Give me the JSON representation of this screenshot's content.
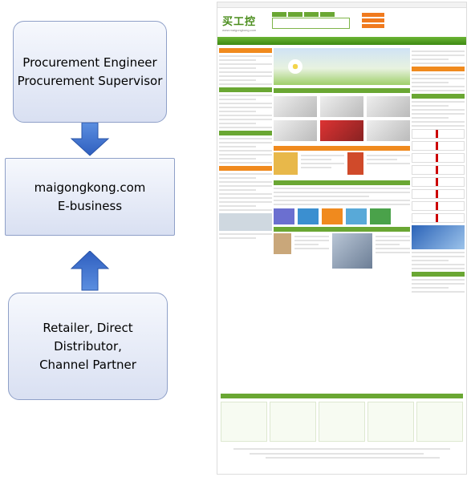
{
  "boxes": {
    "top": "Procurement Engineer\nProcurement Supervisor",
    "middle": "maigongkong.com\nE-business",
    "bottom": "Retailer, Direct\nDistributor,\nChannel Partner"
  },
  "colors": {
    "box_border": "#8fa0c8",
    "box_fill_top": "#f6f8fd",
    "box_fill_bottom": "#d9e0f2",
    "arrow": "#3a6fd0",
    "site_green": "#6aa733",
    "site_orange": "#f08a1e"
  },
  "arrows": {
    "top_to_middle": "down-arrow",
    "bottom_to_middle": "up-arrow"
  },
  "website": {
    "logo_text": "买工控",
    "logo_url": "www.maigongkong.com"
  }
}
